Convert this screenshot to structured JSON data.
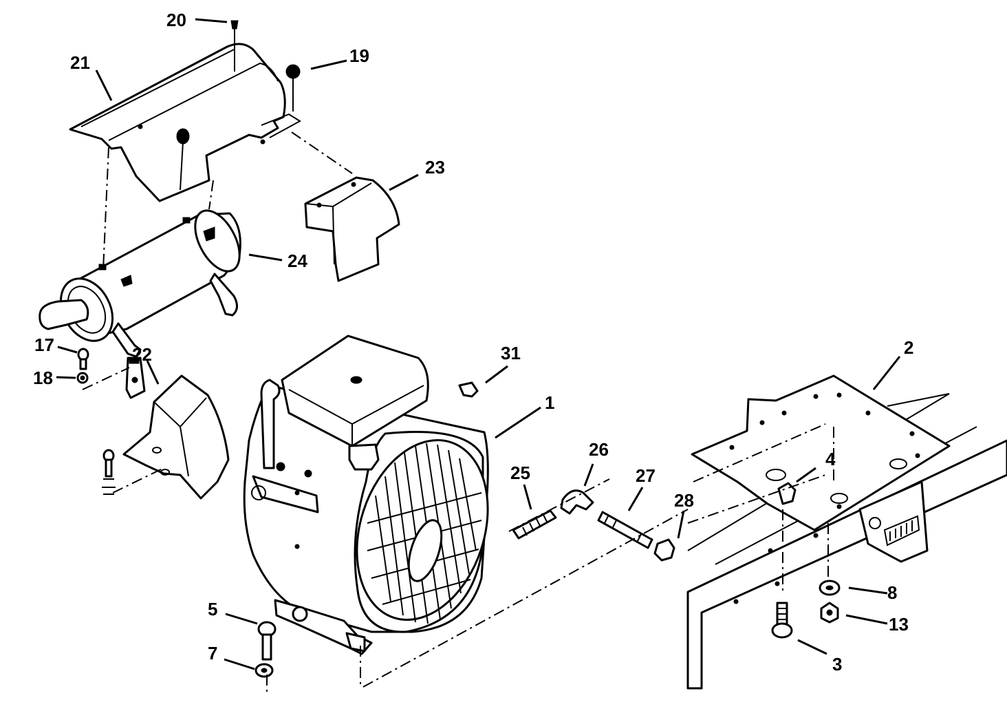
{
  "callouts": {
    "c1": "1",
    "c2": "2",
    "c3": "3",
    "c4": "4",
    "c5": "5",
    "c7": "7",
    "c8": "8",
    "c13": "13",
    "c17": "17",
    "c18": "18",
    "c19": "19",
    "c20": "20",
    "c21": "21",
    "c22": "22",
    "c23": "23",
    "c24": "24",
    "c25": "25",
    "c26": "26",
    "c27": "27",
    "c28": "28",
    "c31": "31"
  }
}
